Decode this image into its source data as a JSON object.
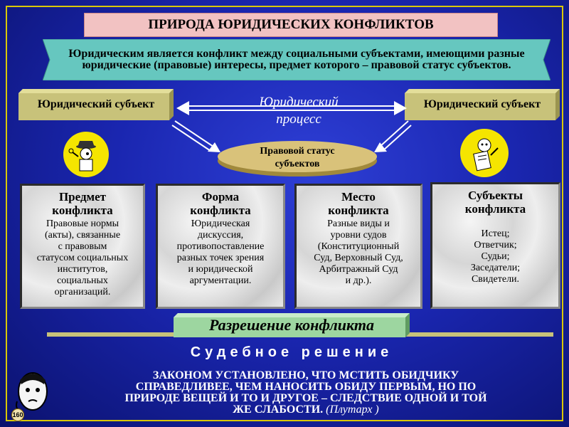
{
  "title": "ПРИРОДА ЮРИДИЧЕСКИХ КОНФЛИКТОВ",
  "definition": "Юридическим является конфликт между социальными субъектами, имеющими разные юридические (правовые) интересы, предмет которого – правовой статус субъектов.",
  "subject_left": "Юридический субъект",
  "subject_right": "Юридический субъект",
  "process_label": {
    "line1": "Юридический",
    "line2": "процесс"
  },
  "status_label": {
    "line1": "Правовой статус",
    "line2": "субъектов"
  },
  "cards": [
    {
      "heading1": "Предмет",
      "heading2": "конфликта",
      "body": [
        "Правовые нормы",
        "(акты), связанные",
        "с правовым",
        "статусом социальных",
        "институтов,",
        "социальных",
        "организаций."
      ]
    },
    {
      "heading1": "Форма",
      "heading2": "конфликта",
      "body": [
        "Юридическая",
        "дискуссия,",
        "противопоставление",
        "разных точек зрения",
        "и юридической",
        "аргументации."
      ]
    },
    {
      "heading1": "Место",
      "heading2": "конфликта",
      "body": [
        "Разные виды и",
        "уровни судов",
        "(Конституционный",
        "Суд, Верховный Суд,",
        "Арбитражный Суд",
        "и др.)."
      ]
    },
    {
      "heading1": "Субъекты",
      "heading2": "конфликта",
      "body": [
        "Истец;",
        "Ответчик;",
        "Судьи;",
        "Заседатели;",
        "Свидетели."
      ]
    }
  ],
  "resolution": "Разрешение конфликта",
  "decision": "Судебное решение",
  "quote": {
    "line1": "ЗАКОНОМ УСТАНОВЛЕНО, ЧТО МСТИТЬ ОБИДЧИКУ",
    "line2": "СПРАВЕДЛИВЕЕ, ЧЕМ НАНОСИТЬ ОБИДУ ПЕРВЫМ, НО ПО",
    "line3": "ПРИРОДЕ ВЕЩЕЙ И ТО И ДРУГОЕ – СЛЕДСТВИЕ ОДНОЙ И ТОЙ",
    "line4": "ЖЕ СЛАБОСТИ.",
    "author": "(Плутарх )"
  },
  "page_number": "160",
  "colors": {
    "background": "#1a26b0",
    "frame": "#d9c800",
    "title_box": "#f2c2c2",
    "teal_box": "#66c7bf",
    "olive_box": "#c8c27a",
    "status_ellipse": "#d9c27a"
  },
  "icons": [
    "detective-cartoon-icon",
    "writer-cartoon-icon",
    "thinking-face-icon"
  ]
}
